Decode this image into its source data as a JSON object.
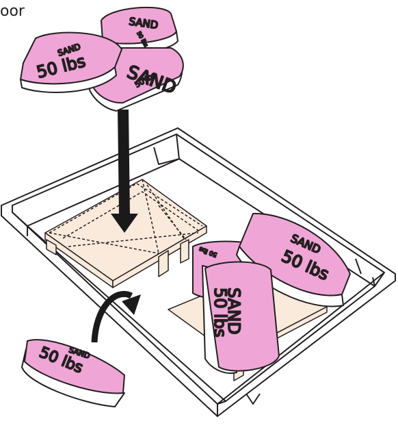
{
  "caption_fragment": "oor",
  "bag_label": {
    "word": "SAND",
    "weight": "50 lbs"
  },
  "colors": {
    "bag_fill": "#efa6d6",
    "bag_outline": "#231f20",
    "board_fill": "#faeadb",
    "tub_fill": "#ffffff",
    "arrow": "#1a1a1a"
  }
}
